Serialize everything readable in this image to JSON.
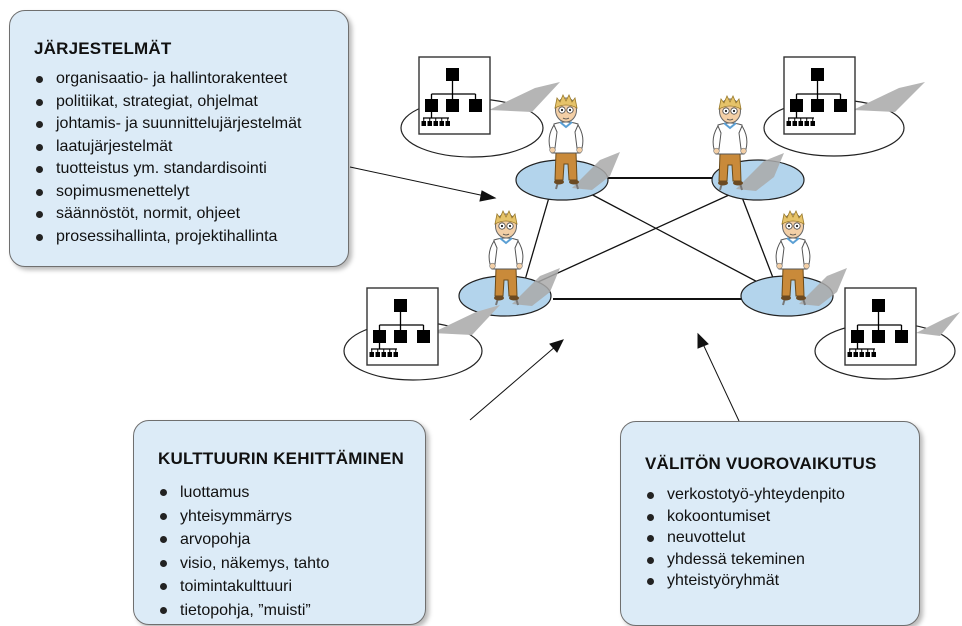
{
  "boxes": {
    "jarjestelmat": {
      "title": "JÄRJESTELMÄT",
      "items": [
        "organisaatio- ja hallintorakenteet",
        "politiikat, strategiat, ohjelmat",
        "johtamis- ja suunnittelujärjestelmät",
        "laatujärjestelmät",
        "tuotteistus ym. standardisointi",
        "sopimusmenettelyt",
        "säännöstöt, normit, ohjeet",
        "prosessihallinta, projektihallinta"
      ]
    },
    "kulttuuri": {
      "title": "KULTTUURIN KEHITTÄMINEN",
      "items": [
        "luottamus",
        "yhteisymmärrys",
        "arvopohja",
        "visio, näkemys, tahto",
        "toimintakulttuuri",
        "tietopohja, ”muisti”"
      ]
    },
    "vuorovaikutus": {
      "title": "VÄLITÖN VUOROVAIKUTUS",
      "items": [
        "verkostotyö-yhteydenpito",
        "kokoontumiset",
        "neuvottelut",
        "yhdessä tekeminen",
        "yhteistyöryhmät"
      ]
    }
  },
  "colors": {
    "box_fill": "#dcebf7",
    "node_fill": "#b3d4ec",
    "person_shirt": "#ffffff",
    "person_pants": "#c98a3a",
    "person_hair": "#e6c36a",
    "shadow": "#aaaaaa"
  },
  "icons": [
    "person-icon",
    "org-chart-icon"
  ]
}
